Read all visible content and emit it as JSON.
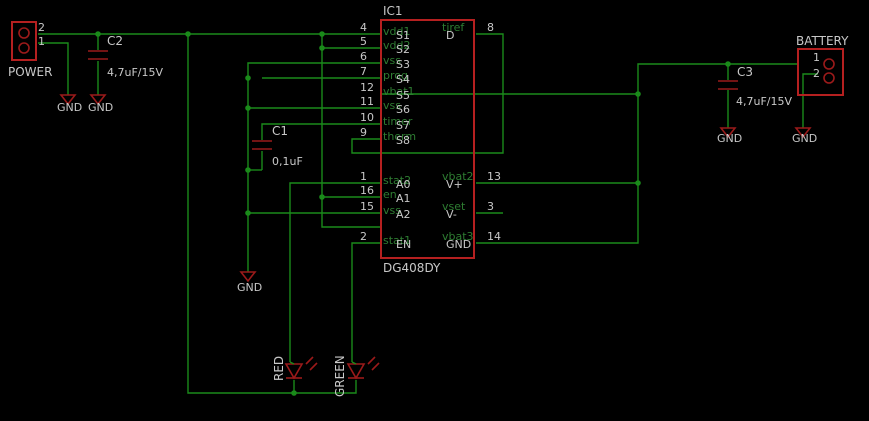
{
  "ic": {
    "name": "IC1",
    "value": "DG408DY",
    "left_pins": [
      {
        "num": "4",
        "sig": "vdd1",
        "fn": "S1"
      },
      {
        "num": "5",
        "sig": "vdd2",
        "fn": "S2"
      },
      {
        "num": "6",
        "sig": "vss",
        "fn": "S3"
      },
      {
        "num": "7",
        "sig": "prog",
        "fn": "S4"
      },
      {
        "num": "12",
        "sig": "vbat1",
        "fn": "S5"
      },
      {
        "num": "11",
        "sig": "vss",
        "fn": "S6"
      },
      {
        "num": "10",
        "sig": "timer",
        "fn": "S7"
      },
      {
        "num": "9",
        "sig": "therm",
        "fn": "S8"
      },
      {
        "num": "1",
        "sig": "stat2",
        "fn": "A0"
      },
      {
        "num": "16",
        "sig": "en",
        "fn": "A1"
      },
      {
        "num": "15",
        "sig": "vss",
        "fn": "A2"
      },
      {
        "num": "2",
        "sig": "stat1",
        "fn": "EN"
      }
    ],
    "right_pins": [
      {
        "num": "8",
        "sig": "tiref",
        "fn": "D"
      },
      {
        "num": "13",
        "sig": "vbat2",
        "fn": "V+"
      },
      {
        "num": "3",
        "sig": "vset",
        "fn": "V-"
      },
      {
        "num": "14",
        "sig": "vbat3",
        "fn": "GND"
      }
    ]
  },
  "power": {
    "label": "POWER",
    "pin_top": "2",
    "pin_bottom": "1",
    "gnd_labels": [
      "GND",
      "GND"
    ]
  },
  "battery": {
    "label": "BATTERY",
    "pin_top": "1",
    "pin_bottom": "2",
    "gnd_label": "GND"
  },
  "c2": {
    "name": "C2",
    "value": "4,7uF/15V"
  },
  "c3": {
    "name": "C3",
    "value": "4,7uF/15V",
    "gnd_label": "GND"
  },
  "c1": {
    "name": "C1",
    "value": "0,1uF"
  },
  "gnd_c1": "GND",
  "led_red": "RED",
  "led_green": "GREEN"
}
